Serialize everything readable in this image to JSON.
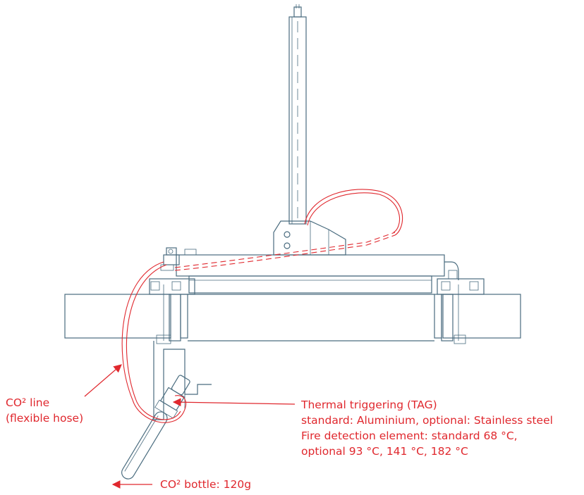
{
  "annotations": {
    "co2_line": [
      "CO² line",
      "(flexible hose)"
    ],
    "thermal_triggering": [
      "Thermal triggering (TAG)",
      "standard: Aluminium, optional: Stainless steel",
      "Fire detection element: standard 68 °C,",
      "optional 93 °C, 141 °C, 182 °C"
    ],
    "co2_bottle": [
      "CO² bottle: 120g"
    ]
  },
  "colors": {
    "drawing": "#4a6c7f",
    "annotation": "#e0282e"
  }
}
